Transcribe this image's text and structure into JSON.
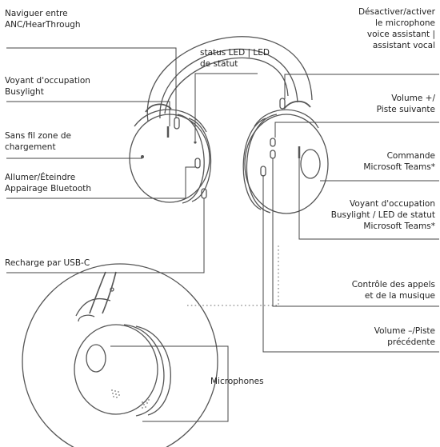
{
  "labels": {
    "anc_1": "Naviguer entre",
    "anc_2": "ANC/HearThrough",
    "busy_left_1": "Voyant d'occupation",
    "busy_left_2": "Busylight",
    "wireless_1": "Sans fil zone de",
    "wireless_2": "chargement",
    "power_1": "Allumer/Éteindre",
    "power_2": "Appairage Bluetooth",
    "usb": "Recharge par USB-C",
    "status_1": "status LED | LED",
    "status_2": "de statut",
    "mute_1": "Désactiver/activer",
    "mute_2": "le microphone",
    "mute_3": "voice assistant |",
    "mute_4": "assistant vocal",
    "volup_1": "Volume +/",
    "volup_2": "Piste suivante",
    "teams_1": "Commande",
    "teams_2": "Microsoft Teams*",
    "busy_right_1": "Voyant d'occupation",
    "busy_right_2": "Busylight / LED de statut",
    "busy_right_3": "Microsoft Teams*",
    "calls_1": "Contrôle des appels",
    "calls_2": "et de la musique",
    "voldown_1": "Volume –/Piste",
    "voldown_2": "précédente",
    "microphones": "Microphones"
  },
  "colors": {
    "line": "#444444",
    "outline": "#555555",
    "dotted": "#9a9a9a",
    "text": "#1f1f1f"
  }
}
